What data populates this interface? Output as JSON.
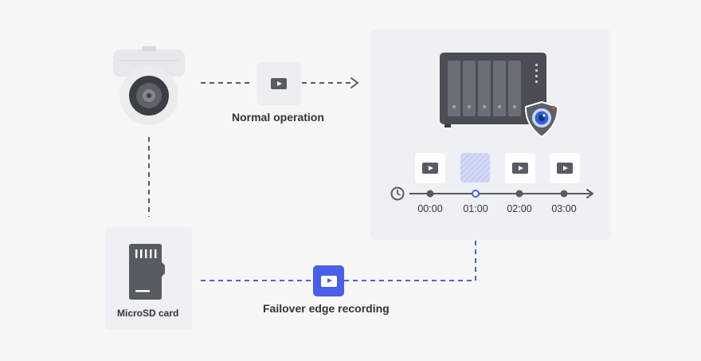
{
  "labels": {
    "normal_operation": "Normal operation",
    "microsd_card": "MicroSD card",
    "failover": "Failover edge recording"
  },
  "timeline": {
    "times": [
      "00:00",
      "01:00",
      "02:00",
      "03:00"
    ],
    "missing_index": 1
  },
  "colors": {
    "accent": "#4a5ee8",
    "dark": "#575b62",
    "panel": "#eef0f3",
    "missing_tile": "#d5dbf7"
  },
  "icons": [
    "camera-icon",
    "play-icon",
    "nas-icon",
    "surveillance-badge-icon",
    "microsd-icon",
    "clock-icon",
    "arrow-right-icon",
    "arrow-up-icon"
  ]
}
